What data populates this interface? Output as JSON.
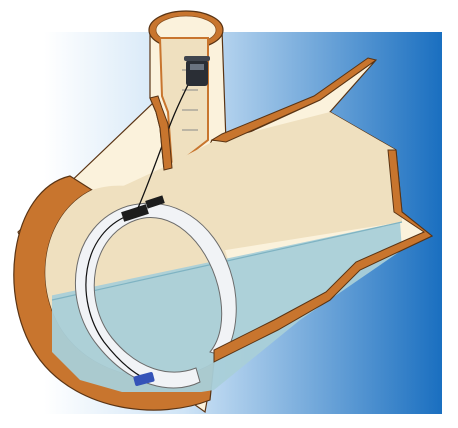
{
  "diagram": {
    "labels": [],
    "colors": {
      "background_light": "#ffffff",
      "background_dark": "#1a6fc0",
      "pipe_wall": "#c8752e",
      "pipe_wall_outline": "#5a3414",
      "pipe_exterior": "#fbf2dc",
      "pipe_interior": "#efe0bf",
      "water": "#a9cfd8",
      "sensor_ring": "#f1f3f6",
      "sensor_pad": "#3553b8",
      "sensor_head": "#2a2e35",
      "cable": "#111111"
    },
    "icons": [
      "manhole-shaft",
      "sewer-pipe",
      "sensor-ring",
      "data-logger",
      "ladder-rungs",
      "cable"
    ]
  }
}
